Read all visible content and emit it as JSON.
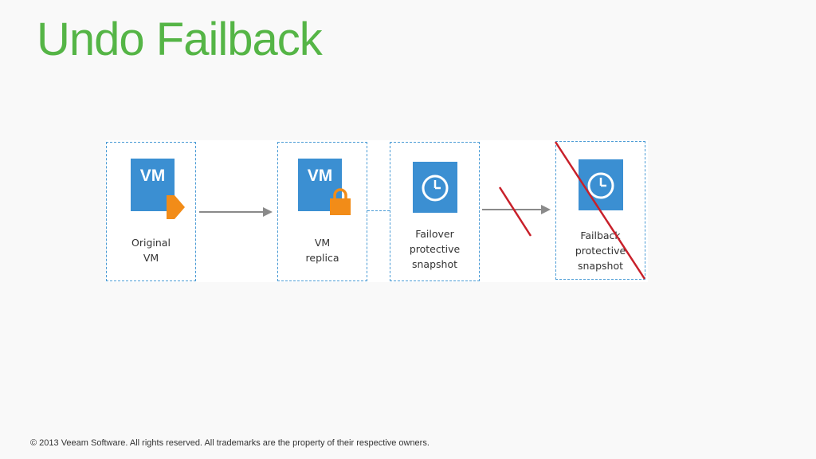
{
  "slide": {
    "title": "Undo Failback",
    "footer": "© 2013 Veeam Software. All rights reserved. All trademarks are the property of their respective owners."
  },
  "diagram": {
    "nodes": [
      {
        "tile_text": "VM",
        "icon": "play-icon",
        "label_lines": [
          "Original",
          "VM"
        ]
      },
      {
        "tile_text": "VM",
        "icon": "lock-icon",
        "label_lines": [
          "VM",
          "replica"
        ]
      },
      {
        "icon": "clock-icon",
        "label_lines": [
          "Failover",
          "protective",
          "snapshot"
        ]
      },
      {
        "icon": "clock-icon",
        "label_lines": [
          "Failback",
          "protective",
          "snapshot"
        ]
      }
    ],
    "colors": {
      "title": "#55b546",
      "tile": "#3b8fd2",
      "accent_orange": "#f28c18",
      "dashed_border": "#4a9bd5",
      "arrow": "#8a8a8a",
      "strike": "#c8202a"
    }
  }
}
